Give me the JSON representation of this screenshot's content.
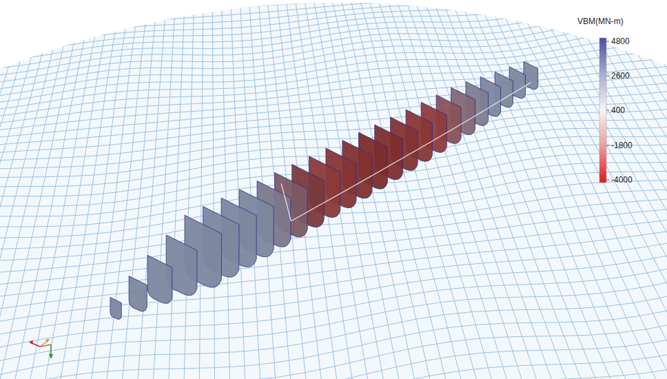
{
  "diagram": {
    "labels": [
      "VBM(MN-m)",
      "4800",
      "2600",
      "400",
      "-1800",
      "-4000"
    ]
  }
}
